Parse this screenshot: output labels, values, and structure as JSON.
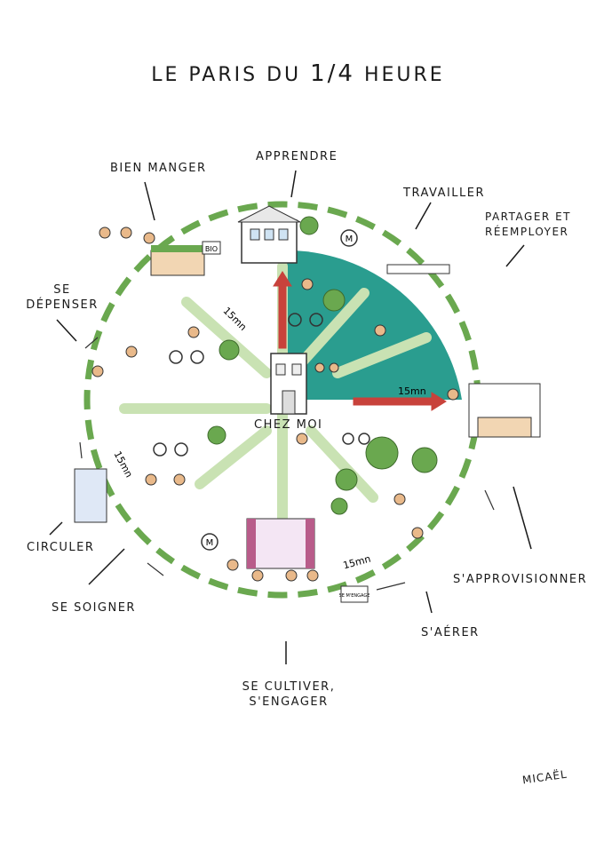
{
  "title": {
    "prefix": "LE PARIS DU",
    "fraction": "1/4",
    "suffix": "HEURE"
  },
  "center_label": "CHEZ MOI",
  "categories": {
    "bien_manger": "BIEN MANGER",
    "apprendre": "APPRENDRE",
    "travailler": "TRAVAILLER",
    "partager": "PARTAGER ET RÉEMPLOYER",
    "se_depenser": "SE DÉPENSER",
    "circuler": "CIRCULER",
    "se_soigner": "SE SOIGNER",
    "se_cultiver": "SE CULTIVER, S'ENGAGER",
    "s_aerer": "S'AÉRER",
    "s_approvisionner": "S'APPROVISIONNER"
  },
  "durations": {
    "nw": "15mn",
    "ne": "15mn",
    "sw": "15mn",
    "se": "15mn"
  },
  "signs": {
    "bio": "BIO",
    "metro": "M",
    "engage": "SE M'ENGAGE"
  },
  "signature": "MICAËL",
  "colors": {
    "teal": "#2a9d8f",
    "green": "#6aa84f",
    "light_green": "#c9e2b3",
    "red": "#c8423b"
  }
}
